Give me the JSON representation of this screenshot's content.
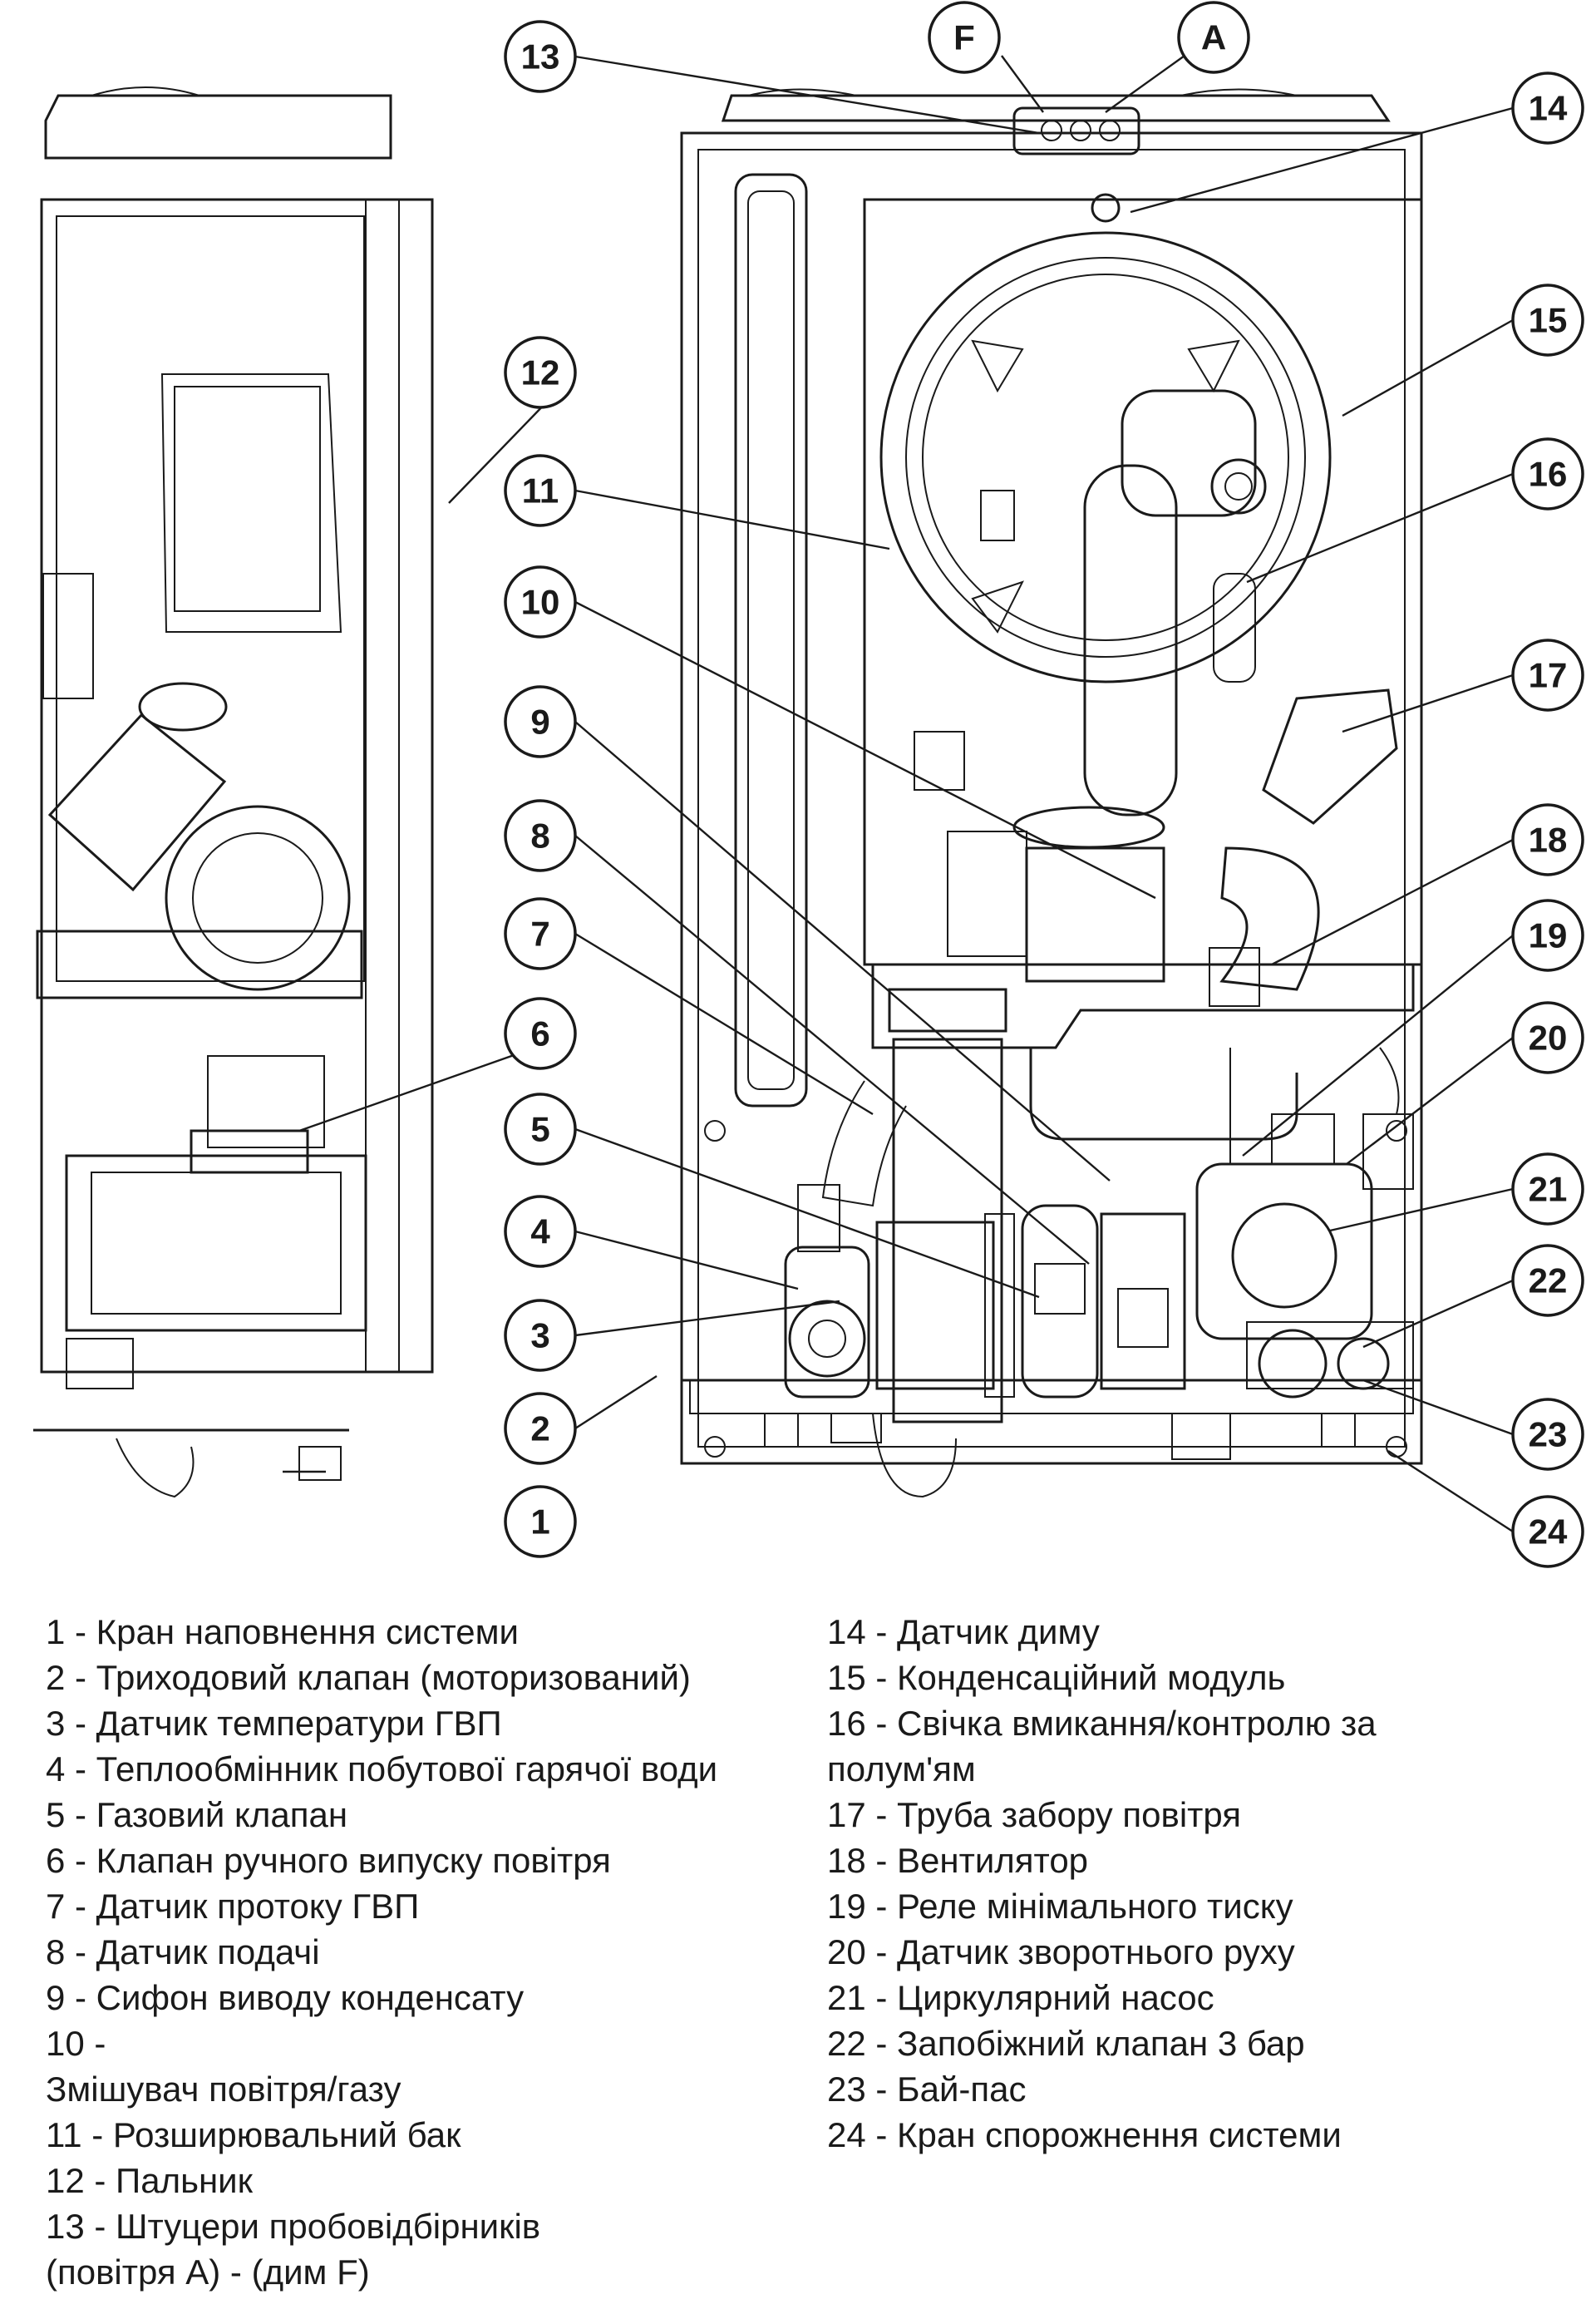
{
  "callout_labels": [
    "1",
    "2",
    "3",
    "4",
    "5",
    "6",
    "7",
    "8",
    "9",
    "10",
    "11",
    "12",
    "13",
    "14",
    "15",
    "16",
    "17",
    "18",
    "19",
    "20",
    "21",
    "22",
    "23",
    "24",
    "F",
    "A"
  ],
  "legend": {
    "left": [
      "1 - Кран наповнення системи",
      "2 - Триходовий клапан (моторизований)",
      "3 - Датчик температури ГВП",
      "4 - Теплообмінник побутової гарячої води",
      "5 - Газовий клапан",
      "6 - Клапан ручного випуску повітря",
      "7 - Датчик протоку ГВП",
      "8 - Датчик подачі",
      "9 - Сифон виводу конденсату",
      "10 -\nЗмішувач повітря/газу",
      "11 - Розширювальний бак",
      "12 - Пальник",
      "13 - Штуцери пробовідбірників\n(повітря А) - (дим F)"
    ],
    "right": [
      "14 - Датчик диму",
      "15 - Конденсаційний модуль",
      "16 - Свічка вмикання/контролю за\nполум'ям",
      "17 - Труба забору повітря",
      "18 - Вентилятор",
      "19 - Реле мінімального тиску",
      "20 - Датчик зворотнього руху",
      "21 - Циркулярний насос",
      "22 - Запобіжний клапан 3 бар",
      "23 - Бай-пас",
      "24 - Кран спорожнення системи"
    ]
  }
}
